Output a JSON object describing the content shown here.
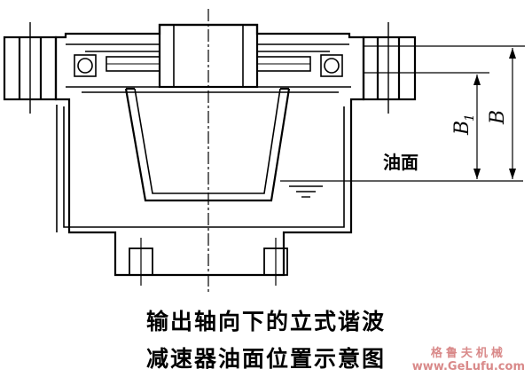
{
  "labels": {
    "oil_surface": "油面",
    "dim_b1_letter": "B",
    "dim_b1_sub": "1",
    "dim_b": "B"
  },
  "caption": {
    "line1": "输出轴向下的立式谐波",
    "line2": "减速器油面位置示意图"
  },
  "watermark": {
    "site_name": "格鲁夫机械",
    "url": "www.GeLufu.com"
  },
  "colors": {
    "line": "#000000",
    "background": "#ffffff",
    "watermark": "#d98a8a"
  }
}
